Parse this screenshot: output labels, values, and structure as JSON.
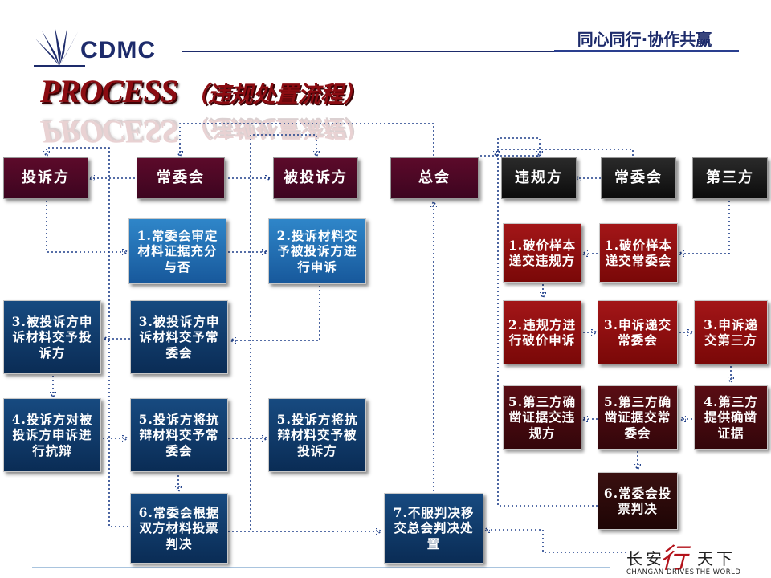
{
  "header": {
    "logo_text": "CDMC",
    "slogan": "同心同行·协作共赢",
    "title_main": "PROCESS",
    "title_sub": "（违规处置流程）"
  },
  "left_flow": {
    "complainant": "投诉方",
    "committee": "常委会",
    "respondent": "被投诉方",
    "step1": "1.常委会审定材料证据充分与否",
    "step2": "2.投诉材料交予被投诉方进行申诉",
    "step3a": "3.被投诉方申诉材料交予投诉方",
    "step3b": "3.被投诉方申诉材料交予常委会",
    "step4": "4.投诉方对被投诉方申诉进行抗辩",
    "step5a": "5.投诉方将抗辩材料交予常委会",
    "step5b": "5.投诉方将抗辩材料交予被投诉方",
    "step6": "6.常委会根据双方材料投票判决"
  },
  "center_flow": {
    "general_assembly": "总会",
    "step7": "7.不服判决移交总会判决处置"
  },
  "right_flow": {
    "violator": "违规方",
    "committee": "常委会",
    "third_party": "第三方",
    "step1a": "1.破价样本递交违规方",
    "step1b": "1.破价样本递交常委会",
    "step2": "2.违规方进行破价申诉",
    "step3a": "3.申诉递交常委会",
    "step3b": "3.申诉递交第三方",
    "step4": "4.第三方提供确凿证据",
    "step5a": "5.第三方确凿证据交违规方",
    "step5b": "5.第三方确凿证据交常委会",
    "step6": "6.常委会投票判决"
  },
  "footer": {
    "brand_cn_left": "长安",
    "brand_mark": "行",
    "brand_cn_right": "天下",
    "brand_en_left": "CHANGAN DRIVES",
    "brand_en_right": "THE WORLD"
  },
  "colors": {
    "maroon": "#4d0826",
    "black": "#1a1a1a",
    "blue": "#2271b6",
    "navy": "#103a6a",
    "red": "#8f1010",
    "title_red": "#8b0c12",
    "arrow": "#1f3f8a"
  }
}
